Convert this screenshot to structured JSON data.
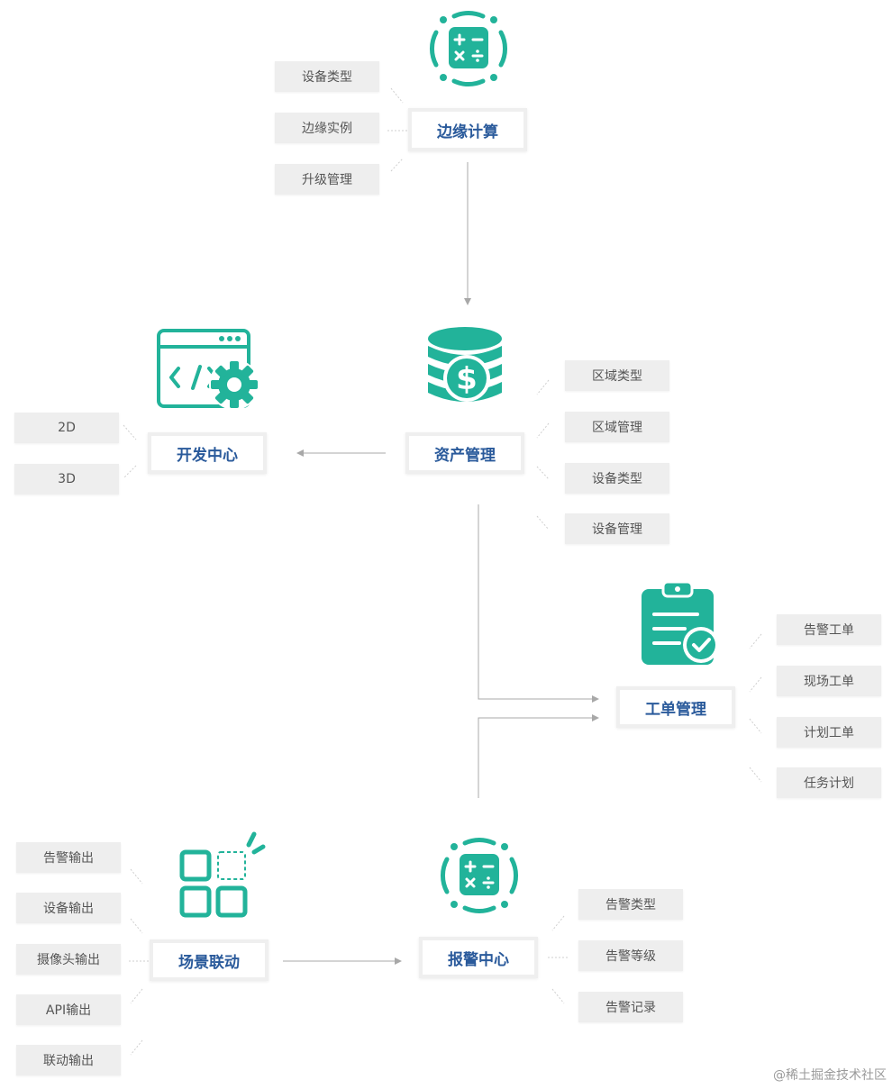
{
  "nodes": {
    "edge_compute": "边缘计算",
    "asset_mgmt": "资产管理",
    "dev_center": "开发中心",
    "work_order_mgmt": "工单管理",
    "scene_linkage": "场景联动",
    "alarm_center": "报警中心"
  },
  "edge_tags": [
    "设备类型",
    "边缘实例",
    "升级管理"
  ],
  "asset_tags": [
    "区域类型",
    "区域管理",
    "设备类型",
    "设备管理"
  ],
  "dev_tags": [
    "2D",
    "3D"
  ],
  "work_order_tags": [
    "告警工单",
    "现场工单",
    "计划工单",
    "任务计划"
  ],
  "scene_tags": [
    "告警输出",
    "设备输出",
    "摄像头输出",
    "API输出",
    "联动输出"
  ],
  "alarm_tags": [
    "告警类型",
    "告警等级",
    "告警记录"
  ],
  "watermark": "@稀土掘金技术社区",
  "colors": {
    "accent": "#22b39a",
    "title": "#2a5a9b",
    "tag_bg": "#eeeeee"
  }
}
